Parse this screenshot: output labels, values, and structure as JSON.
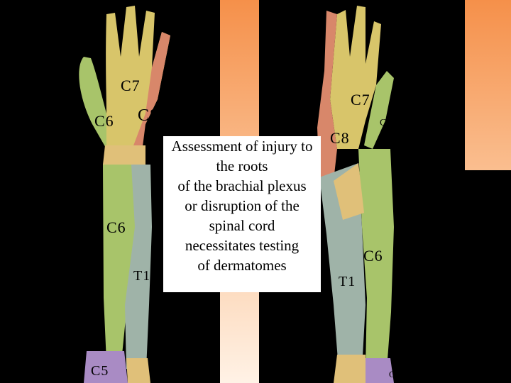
{
  "caption": {
    "lines": [
      "Assessment of injury to",
      "the roots",
      "of the brachial plexus",
      "or disruption of the",
      "spinal cord",
      "necessitates testing",
      "of dermatomes"
    ]
  },
  "left_arm": {
    "labels": {
      "c7": "C7",
      "c6_hand": "C6",
      "c8": "C8",
      "c6_forearm": "C6",
      "t1": "T1",
      "c5": "C5"
    }
  },
  "right_arm": {
    "labels": {
      "c7": "C7",
      "c6_hand": "C6",
      "c8": "C8",
      "c6_forearm": "C6",
      "t1": "T1",
      "c5": "C5"
    }
  },
  "colors": {
    "c5": "#a98bc4",
    "c6": "#a8c46a",
    "c7": "#d8c56a",
    "c8": "#d8876a",
    "t1": "#9fb3a8",
    "wrist": "#e0c079"
  }
}
